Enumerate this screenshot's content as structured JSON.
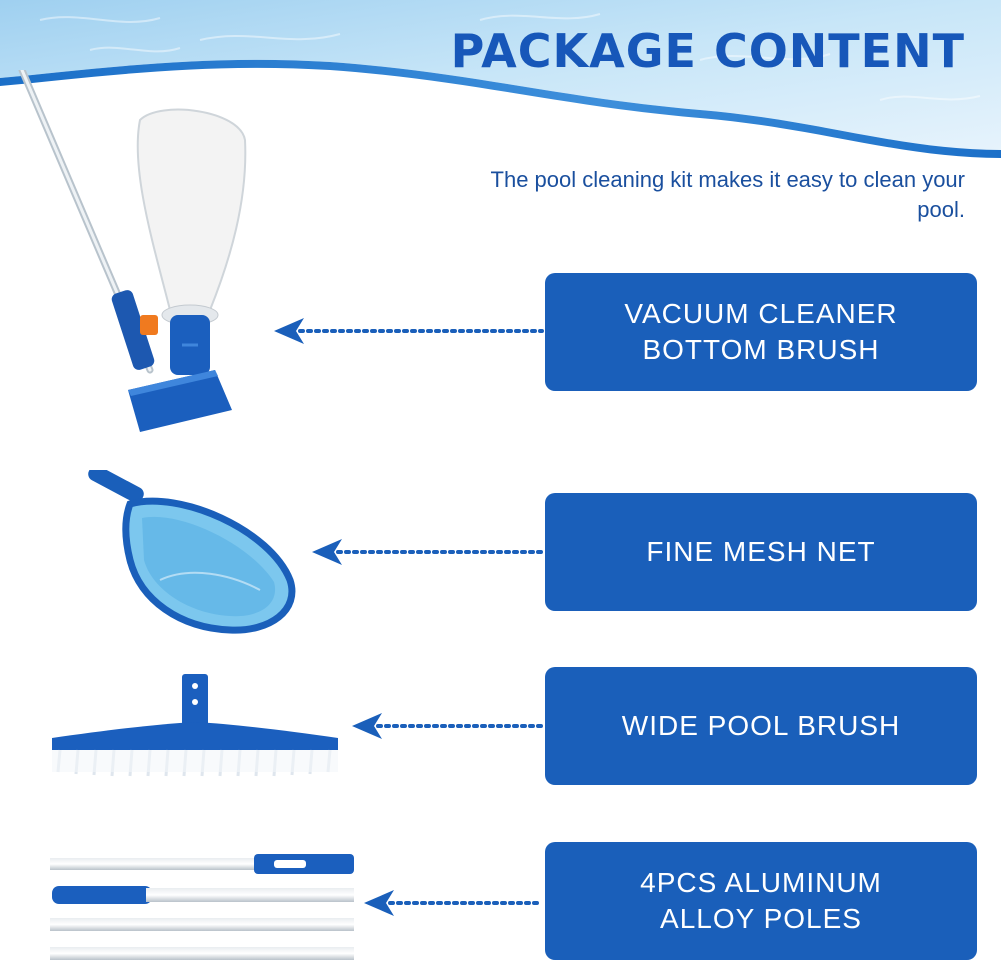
{
  "header": {
    "title": "PACKAGE CONTENT",
    "subtitle": "The pool cleaning kit makes it easy to clean your pool."
  },
  "items": [
    {
      "label": "VACUUM CLEANER BOTTOM BRUSH",
      "icon": "vacuum-head-icon"
    },
    {
      "label": "FINE MESH NET",
      "icon": "leaf-skimmer-net-icon"
    },
    {
      "label": "WIDE POOL BRUSH",
      "icon": "pool-brush-icon"
    },
    {
      "label": "4PCS ALUMINUM ALLOY POLES",
      "icon": "aluminum-poles-icon"
    }
  ],
  "colors": {
    "brand_blue": "#1a5fba",
    "title_blue": "#1757b9",
    "water_light": "#c9e3f5",
    "water_mid": "#6fb2e2"
  }
}
